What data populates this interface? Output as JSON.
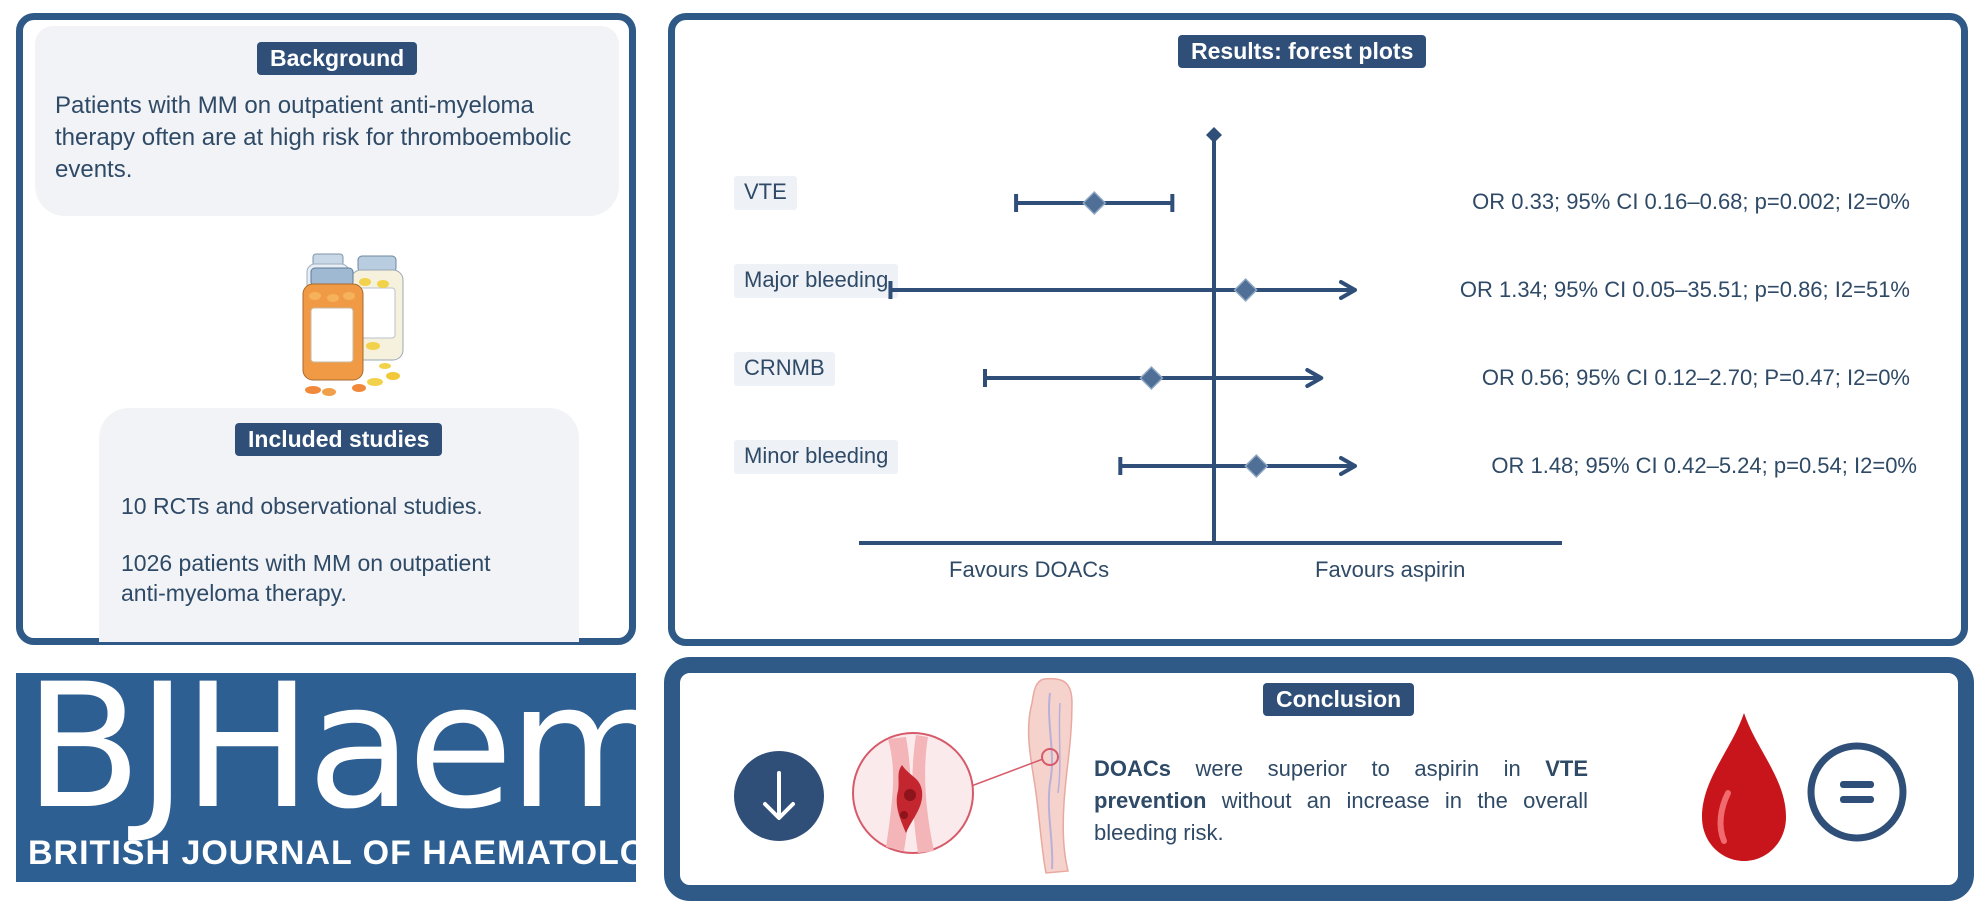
{
  "background": {
    "title": "Background",
    "text": "Patients with MM on outpatient anti-myeloma therapy often are at high risk for thromboembolic events."
  },
  "included": {
    "title": "Included studies",
    "line1": "10 RCTs and observational studies.",
    "line2": "1026 patients with MM on outpatient anti-myeloma therapy."
  },
  "logo": {
    "wordmark": "BJHaem",
    "subtitle": "BRITISH JOURNAL OF HAEMATOLOGY",
    "bg_color": "#2e5f93"
  },
  "forest": {
    "title": "Results: forest plots",
    "favours_left": "Favours DOACs",
    "favours_right": "Favours aspirin",
    "rows": [
      {
        "label": "VTE",
        "stat": "OR 0.33; 95% CI 0.16–0.68; p=0.002; I2=0%"
      },
      {
        "label": "Major bleeding",
        "stat": "OR 1.34; 95% CI 0.05–35.51; p=0.86; I2=51%"
      },
      {
        "label": "CRNMB",
        "stat": "OR 0.56; 95% CI 0.12–2.70; P=0.47; I2=0%"
      },
      {
        "label": "Minor bleeding",
        "stat": "OR 1.48; 95% CI 0.42–5.24; p=0.54; I2=0%"
      }
    ]
  },
  "chart_data": {
    "type": "forest",
    "scale": "log",
    "reference": 1,
    "categories": [
      "VTE",
      "Major bleeding",
      "CRNMB",
      "Minor bleeding"
    ],
    "or": [
      0.33,
      1.34,
      0.56,
      1.48
    ],
    "ci_low": [
      0.16,
      0.05,
      0.12,
      0.42
    ],
    "ci_high": [
      0.68,
      35.51,
      2.7,
      5.24
    ],
    "ci_high_truncated": [
      false,
      true,
      true,
      true
    ]
  },
  "conclusion": {
    "title": "Conclusion",
    "bold1": "DOACs",
    "text1": " were superior to aspirin in ",
    "bold2": "VTE prevention",
    "text2": " without an increase in the overall bleeding risk."
  },
  "icons": {
    "pill_bottles": "pill-bottles-icon",
    "down_arrow": "down-arrow-icon",
    "thrombus": "blood-clot-icon",
    "leg": "leg-vein-icon",
    "blood_drop": "blood-drop-icon",
    "equal": "equal-sign-icon"
  },
  "colors": {
    "navy": "#2f4f79",
    "border": "#2f5a87",
    "drop_red": "#c8151b"
  }
}
